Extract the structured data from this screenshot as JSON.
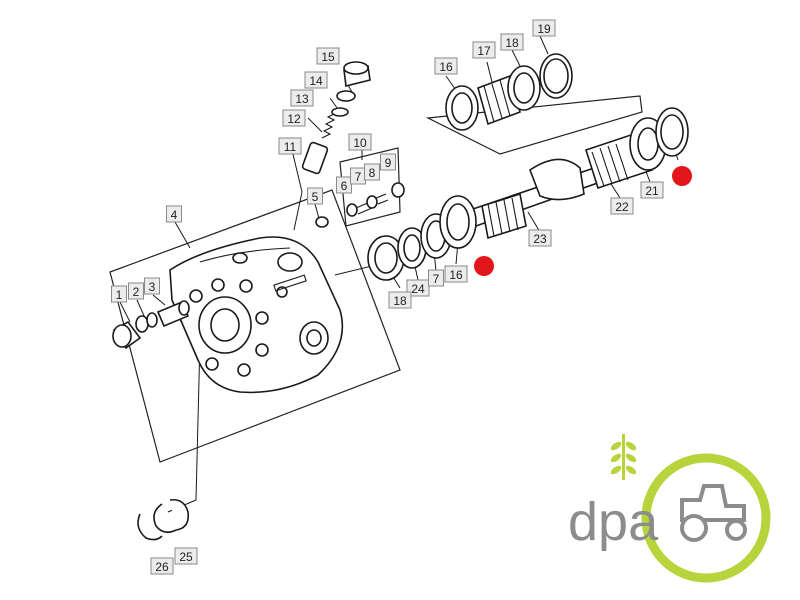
{
  "diagram": {
    "labels": [
      "1",
      "2",
      "3",
      "4",
      "5",
      "6",
      "7",
      "8",
      "9",
      "10",
      "11",
      "12",
      "13",
      "14",
      "15",
      "16",
      "17",
      "18",
      "19",
      "16",
      "24",
      "7",
      "18",
      "21",
      "22",
      "23",
      "25",
      "26"
    ],
    "highlight_color": "#e3161b"
  },
  "logo": {
    "text": "dpa",
    "primary_color": "#8c8c8c",
    "accent_color": "#b7d43c",
    "icon": "tractor-wheat-icon"
  }
}
